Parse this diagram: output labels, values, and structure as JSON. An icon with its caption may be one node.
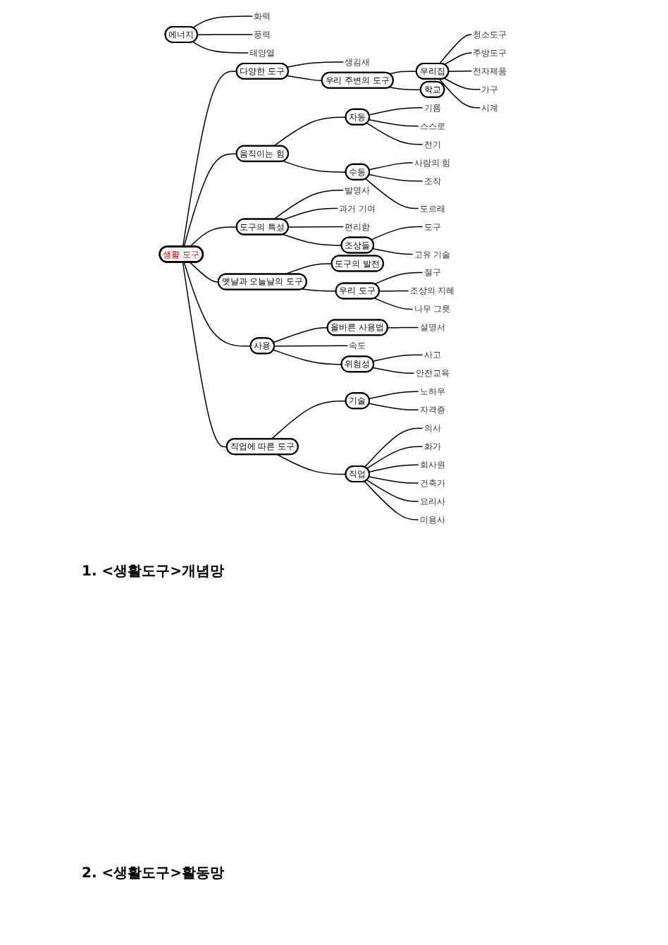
{
  "diagram": {
    "nodes": [
      {
        "text": [
          "생활 도구"
        ]
      },
      {
        "text": [
          "다양한 도구"
        ]
      },
      {
        "text": [
          "생김새"
        ]
      },
      {
        "text": [
          "우리 주변의 도구"
        ]
      },
      {
        "text": [
          "우리집"
        ]
      },
      {
        "text": [
          "청소도구"
        ]
      },
      {
        "text": [
          "주방도구"
        ]
      },
      {
        "text": [
          "전자제품"
        ]
      },
      {
        "text": [
          "가구"
        ]
      },
      {
        "text": [
          "시계"
        ]
      },
      {
        "text": [
          "학교"
        ]
      },
      {
        "text": [
          "움직이는 힘"
        ]
      },
      {
        "text": [
          "자동"
        ]
      },
      {
        "text": [
          "기름"
        ]
      },
      {
        "text": [
          "스스로"
        ]
      },
      {
        "text": [
          "전기"
        ]
      },
      {
        "text": [
          "수동"
        ]
      },
      {
        "text": [
          "사람의 힘"
        ]
      },
      {
        "text": [
          "조작"
        ]
      },
      {
        "text": [
          "도르래"
        ]
      },
      {
        "text": [
          "에너지"
        ]
      },
      {
        "text": [
          "화력"
        ]
      },
      {
        "text": [
          "풍력"
        ]
      },
      {
        "text": [
          "태양열"
        ]
      },
      {
        "text": [
          "도구의 특성"
        ]
      },
      {
        "text": [
          "발명사"
        ]
      },
      {
        "text": [
          "과거 기여"
        ]
      },
      {
        "text": [
          "편리함"
        ]
      },
      {
        "text": [
          "조상들"
        ]
      },
      {
        "text": [
          "도구"
        ]
      },
      {
        "text": [
          "고유 기술"
        ]
      },
      {
        "text": [
          "옛날과 오늘날의 도구"
        ]
      },
      {
        "text": [
          "도구의 발전"
        ]
      },
      {
        "text": [
          "우리 도구"
        ]
      },
      {
        "text": [
          "절구"
        ]
      },
      {
        "text": [
          "조상의 지혜"
        ]
      },
      {
        "text": [
          "나무 그릇"
        ]
      },
      {
        "text": [
          "사용"
        ]
      },
      {
        "text": [
          "올바른 사용법"
        ]
      },
      {
        "text": [
          "설명서"
        ]
      },
      {
        "text": [
          "속도"
        ]
      },
      {
        "text": [
          "위험성"
        ]
      },
      {
        "text": [
          "사고"
        ]
      },
      {
        "text": [
          "안전교육"
        ]
      },
      {
        "text": [
          "직업에 따른 도구"
        ]
      },
      {
        "text": [
          "기술"
        ]
      },
      {
        "text": [
          "노하우"
        ]
      },
      {
        "text": [
          "자격증"
        ]
      },
      {
        "text": [
          "직업"
        ]
      },
      {
        "text": [
          "의사"
        ]
      },
      {
        "text": [
          "화가"
        ]
      },
      {
        "text": [
          "회사원"
        ]
      },
      {
        "text": [
          "건축가"
        ]
      },
      {
        "text": [
          "요리사"
        ]
      },
      {
        "text": [
          "미용사"
        ]
      }
    ],
    "edges": [
      {
        "from": 0,
        "to": 1,
        "arrow": "none"
      },
      {
        "from": 1,
        "to": 2,
        "arrow": "none"
      },
      {
        "from": 1,
        "to": 3,
        "arrow": "none"
      },
      {
        "from": 3,
        "to": 4,
        "arrow": "none"
      },
      {
        "from": 4,
        "to": 5,
        "arrow": "none"
      },
      {
        "from": 4,
        "to": 6,
        "arrow": "none"
      },
      {
        "from": 4,
        "to": 7,
        "arrow": "none"
      },
      {
        "from": 4,
        "to": 8,
        "arrow": "none"
      },
      {
        "from": 4,
        "to": 9,
        "arrow": "none"
      },
      {
        "from": 3,
        "to": 10,
        "arrow": "none"
      },
      {
        "from": 0,
        "to": 11,
        "arrow": "none"
      },
      {
        "from": 11,
        "to": 12,
        "arrow": "none"
      },
      {
        "from": 12,
        "to": 13,
        "arrow": "none"
      },
      {
        "from": 12,
        "to": 14,
        "arrow": "none"
      },
      {
        "from": 12,
        "to": 15,
        "arrow": "none"
      },
      {
        "from": 11,
        "to": 16,
        "arrow": "none"
      },
      {
        "from": 16,
        "to": 17,
        "arrow": "none"
      },
      {
        "from": 16,
        "to": 18,
        "arrow": "none"
      },
      {
        "from": 16,
        "to": 19,
        "arrow": "none"
      },
      {
        "from": 20,
        "to": 21,
        "arrow": "none"
      },
      {
        "from": 20,
        "to": 22,
        "arrow": "none"
      },
      {
        "from": 20,
        "to": 23,
        "arrow": "none"
      },
      {
        "from": 0,
        "to": 24,
        "arrow": "none"
      },
      {
        "from": 24,
        "to": 25,
        "arrow": "none"
      },
      {
        "from": 24,
        "to": 26,
        "arrow": "none"
      },
      {
        "from": 24,
        "to": 27,
        "arrow": "none"
      },
      {
        "from": 24,
        "to": 28,
        "arrow": "none"
      },
      {
        "from": 28,
        "to": 29,
        "arrow": "none"
      },
      {
        "from": 28,
        "to": 30,
        "arrow": "none"
      },
      {
        "from": 0,
        "to": 31,
        "arrow": "none"
      },
      {
        "from": 31,
        "to": 32,
        "arrow": "none"
      },
      {
        "from": 31,
        "to": 33,
        "arrow": "none"
      },
      {
        "from": 33,
        "to": 34,
        "arrow": "none"
      },
      {
        "from": 33,
        "to": 35,
        "arrow": "none"
      },
      {
        "from": 33,
        "to": 36,
        "arrow": "none"
      },
      {
        "from": 0,
        "to": 37,
        "arrow": "none"
      },
      {
        "from": 37,
        "to": 38,
        "arrow": "none"
      },
      {
        "from": 38,
        "to": 39,
        "arrow": "none"
      },
      {
        "from": 37,
        "to": 40,
        "arrow": "none"
      },
      {
        "from": 37,
        "to": 41,
        "arrow": "none"
      },
      {
        "from": 41,
        "to": 42,
        "arrow": "none"
      },
      {
        "from": 41,
        "to": 43,
        "arrow": "none"
      },
      {
        "from": 0,
        "to": 44,
        "arrow": "none"
      },
      {
        "from": 44,
        "to": 45,
        "arrow": "none"
      },
      {
        "from": 45,
        "to": 46,
        "arrow": "none"
      },
      {
        "from": 45,
        "to": 47,
        "arrow": "none"
      },
      {
        "from": 44,
        "to": 48,
        "arrow": "none"
      },
      {
        "from": 48,
        "to": 49,
        "arrow": "none"
      },
      {
        "from": 48,
        "to": 50,
        "arrow": "none"
      },
      {
        "from": 48,
        "to": 51,
        "arrow": "none"
      },
      {
        "from": 48,
        "to": 52,
        "arrow": "none"
      },
      {
        "from": 48,
        "to": 53,
        "arrow": "none"
      },
      {
        "from": 48,
        "to": 54,
        "arrow": "none"
      }
    ],
    "labels": [
      "1. <생활도구>개념망",
      "2. <생활도구>활동망"
    ]
  }
}
